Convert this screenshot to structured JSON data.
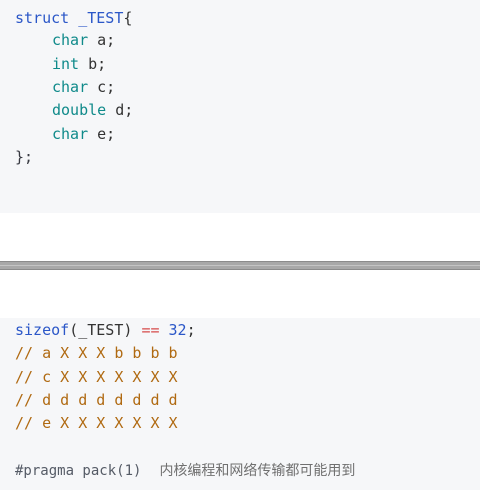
{
  "top_code": {
    "line1": {
      "struct_kw": "struct",
      "name": "_TEST",
      "brace": "{"
    },
    "fields": [
      {
        "type": "char",
        "name": "a;"
      },
      {
        "type": "int",
        "name": "b;"
      },
      {
        "type": "char",
        "name": "c;"
      },
      {
        "type": "double",
        "name": "d;"
      },
      {
        "type": "char",
        "name": "e;"
      }
    ],
    "closing": "};"
  },
  "bottom_code": {
    "sizeof_line": {
      "func": "sizeof",
      "paren_open": "(",
      "arg": "_TEST",
      "paren_close": ")",
      "op": "==",
      "value": "32",
      "semi": ";"
    },
    "comments": [
      "// a X X X b b b b",
      "// c X X X X X X X",
      "// d d d d d d d d",
      "// e X X X X X X X"
    ],
    "pragma": {
      "directive": "#pragma pack(1)",
      "note": "内核编程和网络传输都可能用到"
    }
  },
  "colors": {
    "code_background": "#f6f7f9",
    "keyword": "#2b57c8",
    "type": "#0f8a8a",
    "comment": "#b06a12",
    "operator": "#d64b4b",
    "divider": "#a8a8a8"
  }
}
